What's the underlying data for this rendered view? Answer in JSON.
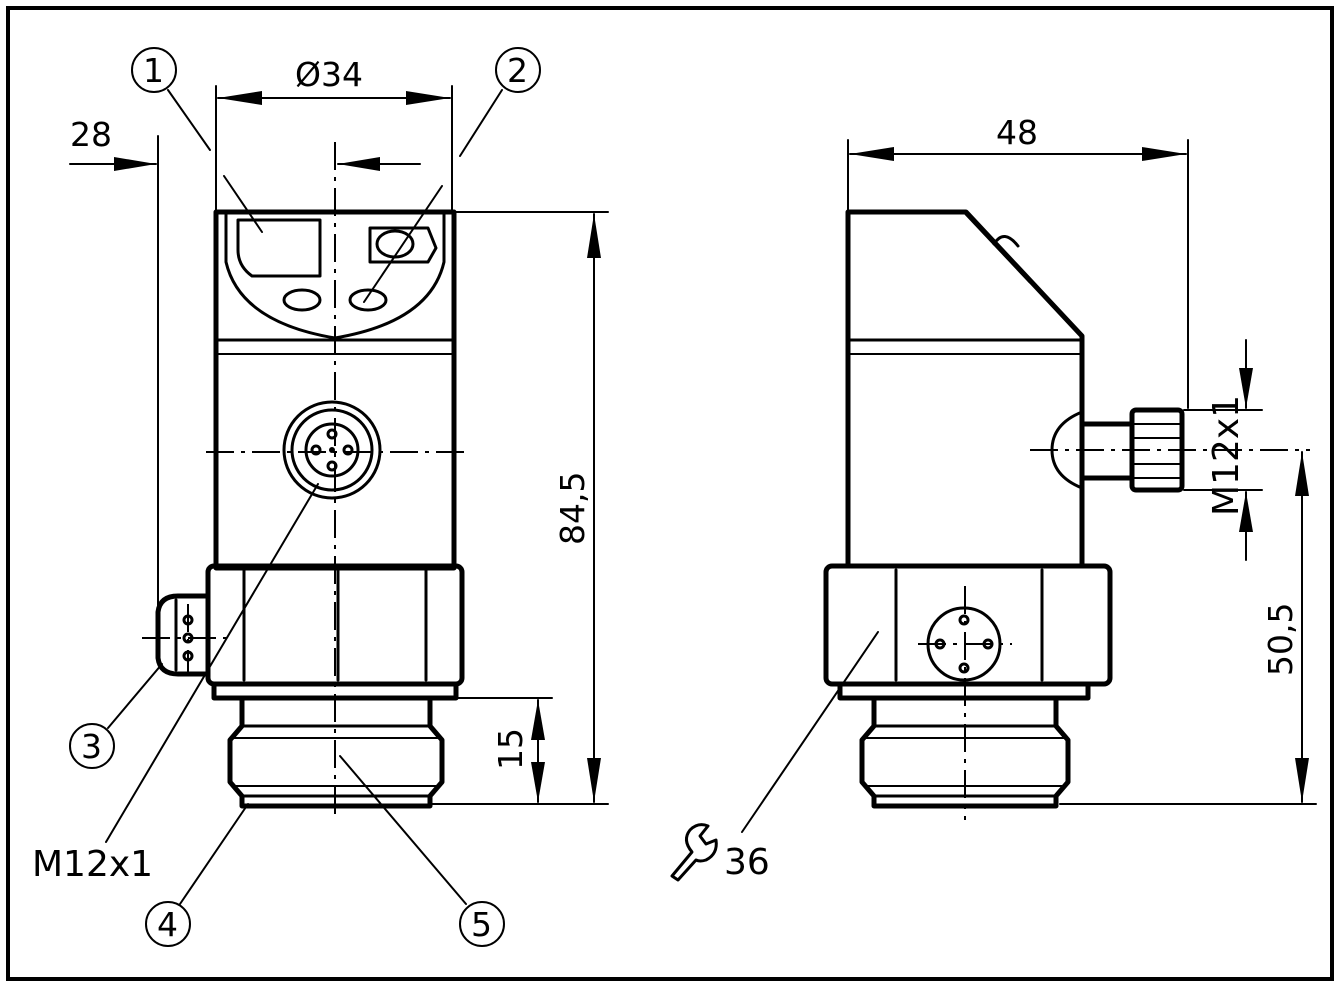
{
  "front_view": {
    "dim_diameter": "Ø34",
    "dim_offset": "28",
    "dim_height": "84,5",
    "dim_thread_length": "15",
    "connector_thread": "M12x1",
    "callouts": [
      "1",
      "2",
      "3",
      "4",
      "5"
    ]
  },
  "side_view": {
    "dim_depth": "48",
    "dim_connector_height": "50,5",
    "connector_thread": "M12x1",
    "wrench_size": "36",
    "wrench_symbol": "wrench-icon"
  }
}
